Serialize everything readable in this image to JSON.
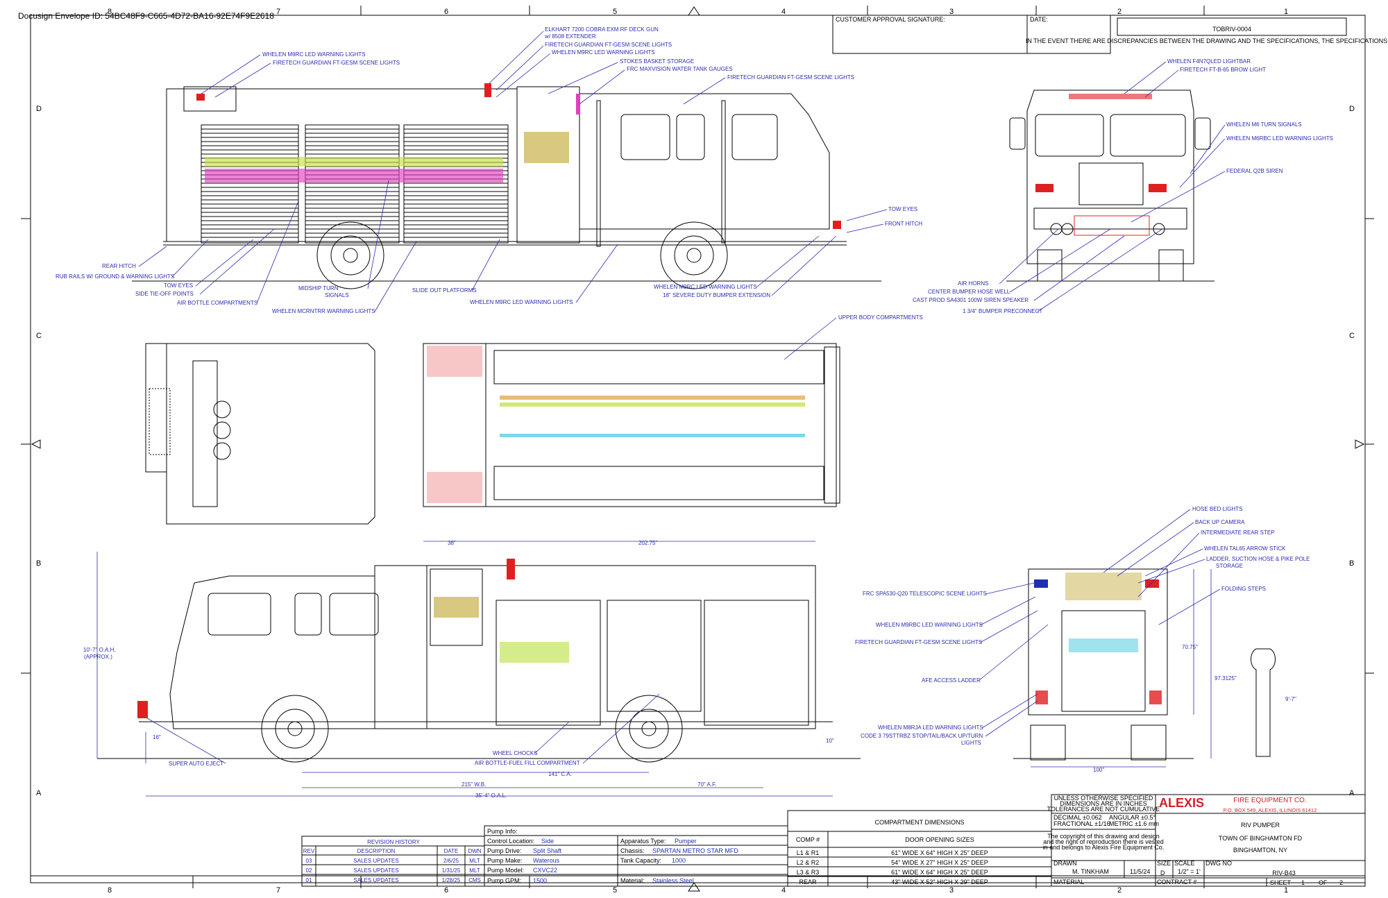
{
  "envelope": "Docusign Envelope ID: 54BC48F9-C665-4D72-BA16-92E74F9E2618",
  "border": {
    "cols": [
      "8",
      "7",
      "6",
      "5",
      "4",
      "3",
      "2",
      "1"
    ],
    "rows": [
      "D",
      "C",
      "B",
      "A"
    ]
  },
  "approval": {
    "customer": "CUSTOMER APPROVAL SIGNATURE:",
    "date": "DATE:"
  },
  "doc": {
    "number": "TOBRIV-0004",
    "notice": "IN THE EVENT THERE ARE DISCREPANCIES BETWEEN THE DRAWING AND THE SPECIFICATIONS, THE SPECIFICATIONS SHALL PREVAIL."
  },
  "callouts": {
    "side_top": [
      "WHELEN M9RC LED WARNING LIGHTS",
      "FIRETECH GUARDIAN FT-GESM SCENE LIGHTS",
      "ELKHART 7200 COBRA EXM RF DECK GUN",
      "w/ 8508 EXTENDER",
      "FIRETECH GUARDIAN FT-GESM SCENE LIGHTS",
      "WHELEN M9RC LED WARNING LIGHTS",
      "STOKES BASKET STORAGE",
      "FRC MAXVISION WATER TANK GAUGES",
      "FIRETECH GUARDIAN FT-GESM SCENE LIGHTS",
      "TOW EYES",
      "FRONT HITCH"
    ],
    "side_bottom": [
      "REAR HITCH",
      "RUB RAILS W/ GROUND & WARNING LIGHTS",
      "TOW EYES",
      "SIDE TIE-OFF POINTS",
      "AIR BOTTLE COMPARTMENTS",
      "MIDSHIP TURN",
      "SIGNALS",
      "WHELEN MCRNTRR WARNING LIGHTS",
      "SLIDE OUT PLATFORMS",
      "WHELEN M9RC LED WARNING LIGHTS",
      "WHELEN M9RC LED WARNING LIGHTS",
      "18\" SEVERE DUTY BUMPER EXTENSION"
    ],
    "front": [
      "WHELEN F4N7QLED LIGHTBAR",
      "FIRETECH FT-B-65 BROW LIGHT",
      "WHELEN M6 TURN SIGNALS",
      "WHELEN M6RBC LED WARNING LIGHTS",
      "FEDERAL Q2B SIREN",
      "AIR HORNS",
      "CENTER BUMPER HOSE WELL",
      "CAST PROD SA4301 100W SIREN SPEAKER",
      "1 3/4\" BUMPER PRECONNECT"
    ],
    "top": [
      "UPPER BODY COMPARTMENTS"
    ],
    "rear": [
      "HOSE BED LIGHTS",
      "BACK UP CAMERA",
      "INTERMEDIATE REAR STEP",
      "WHELEN TAL65 ARROW STICK",
      "LADDER, SUCTION HOSE & PIKE POLE",
      "STORAGE",
      "FOLDING STEPS",
      "FRC SPA530-Q20 TELESCOPIC SCENE LIGHTS",
      "WHELEN M9RBC LED WARNING LIGHTS",
      "FIRETECH GUARDIAN FT-GESM SCENE LIGHTS",
      "AFE ACCESS LADDER",
      "WHELEN M8RJA LED WARNING LIGHTS",
      "CODE 3 79STTRBZ STOP/TAIL/BACK UP/TURN",
      "LIGHTS"
    ],
    "side2": [
      "SUPER AUTO EJECT",
      "WHEEL CHOCKS",
      "AIR BOTTLE-FUEL FILL COMPARTMENT"
    ]
  },
  "dims": {
    "d38": "38\"",
    "d202": "202.75\"",
    "oah1": "10'-7\" O.A.H.",
    "oah2": "(APPROX.)",
    "d16": "16\"",
    "d10": "10\"",
    "ca": "141\" C.A.",
    "af": "70\" A.F.",
    "wb": "215\" W.B.",
    "oal": "35'-4\" O.A.L.",
    "d70": "70.75\"",
    "d97": "97.3125\"",
    "d9": "9'-7\"",
    "d100": "100\""
  },
  "revision": {
    "title": "REVISION HISTORY",
    "headers": [
      "REV",
      "DESCRIPTION",
      "DATE",
      "DWN"
    ],
    "rows": [
      [
        "03",
        "SALES UPDATES",
        "2/6/25",
        "MLT"
      ],
      [
        "02",
        "SALES UPDATES",
        "1/31/25",
        "MLT"
      ],
      [
        "01",
        "SALES UPDATES",
        "1/28/25",
        "CMS"
      ]
    ]
  },
  "pump": {
    "title": "Pump Info:",
    "items": [
      {
        "k": "Control Location:",
        "v": "Side"
      },
      {
        "k": "Pump Drive:",
        "v": "Split Shaft"
      },
      {
        "k": "Pump Make:",
        "v": "Waterous"
      },
      {
        "k": "Pump Model:",
        "v": "CXVC22"
      },
      {
        "k": "Pump GPM:",
        "v": "1500"
      }
    ],
    "items2": [
      {
        "k": "Apparatus Type:",
        "v": "Pumper"
      },
      {
        "k": "Chassis:",
        "v": "SPARTAN METRO STAR MFD"
      },
      {
        "k": "Tank Capacity:",
        "v": "1000"
      },
      {
        "k": "",
        "v": ""
      },
      {
        "k": "Material:",
        "v": "Stainless Steel"
      }
    ]
  },
  "compartments": {
    "title": "COMPARTMENT DIMENSIONS",
    "h1": "COMP #",
    "h2": "DOOR OPENING SIZES",
    "rows": [
      [
        "L1 & R1",
        "61\" WIDE X 64\" HIGH X 25\" DEEP"
      ],
      [
        "L2 & R2",
        "54\" WIDE X 27\" HIGH X 25\" DEEP"
      ],
      [
        "L3 & R3",
        "61\" WIDE X 64\" HIGH X 25\" DEEP"
      ],
      [
        "REAR",
        "43\" WIDE X 52\" HIGH X 29\" DEEP"
      ]
    ]
  },
  "tolerances": {
    "l1": "UNLESS OTHERWISE SPECIFIED",
    "l2": "DIMENSIONS ARE IN INCHES",
    "l3": "TOLERANCES ARE NOT CUMULATIVE",
    "dec": "DECIMAL ±0.062",
    "ang": "ANGULAR ±0.5°",
    "frac": "FRACTIONAL ±1/16",
    "met": "METRIC ±1.6 mm",
    "copy1": "The copyright of this drawing and design",
    "copy2": "and the right of reproduction there is vested",
    "copy3": "in and belongs to Alexis Fire Equipment Co."
  },
  "company": {
    "logo": "ALEXIS",
    "name": "FIRE EQUIPMENT CO.",
    "addr": "P.O. BOX 549, ALEXIS, ILLINOIS 61412"
  },
  "project": {
    "title": "RIV PUMPER",
    "client": "TOWN OF BINGHAMTON FD",
    "city": "BINGHAMTON, NY",
    "drawn_lbl": "DRAWN",
    "drawn": "M. TINKHAM",
    "date": "11/5/24",
    "size_lbl": "SIZE",
    "size": "D",
    "scale_lbl": "SCALE",
    "scale": "1/2\" = 1'",
    "dwg_lbl": "DWG NO",
    "dwg": "RIV-B43",
    "material_lbl": "MATERIAL",
    "contract_lbl": "CONTRACT #",
    "sheet_lbl": "SHEET",
    "sheet": "1",
    "of_lbl": "OF",
    "of": "2"
  },
  "colors": {
    "ink": "#000000",
    "label": "#2b2bb0",
    "red": "#e02020",
    "yellow": "#c8b04a",
    "magenta": "#e040c0",
    "cyan": "#40c8e0",
    "green": "#70d050",
    "lime": "#b8e040"
  }
}
